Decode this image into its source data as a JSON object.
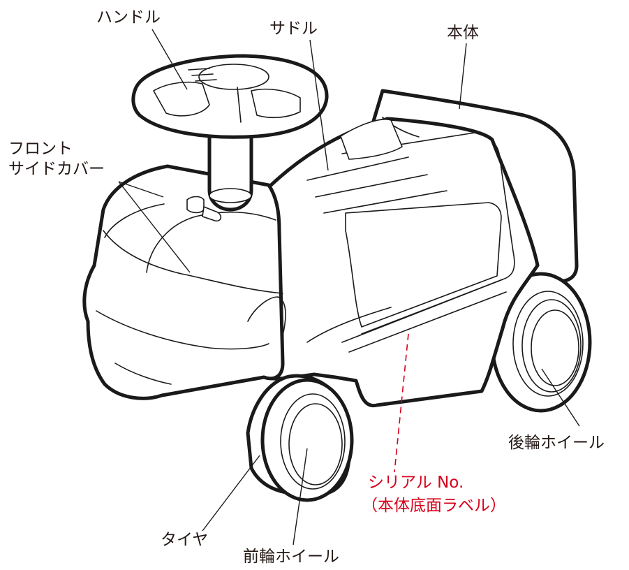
{
  "labels": {
    "handle": "ハンドル",
    "saddle": "サドル",
    "body": "本体",
    "front_side_cover_1": "フロント",
    "front_side_cover_2": "サイドカバー",
    "rear_wheel": "後輪ホイール",
    "serial_1": "シリアル No.",
    "serial_2": "（本体底面ラベル）",
    "tire": "タイヤ",
    "front_wheel": "前輪ホイール"
  },
  "colors": {
    "line": "#1a1a1a",
    "text": "#231815",
    "accent_red": "#d7001a"
  }
}
